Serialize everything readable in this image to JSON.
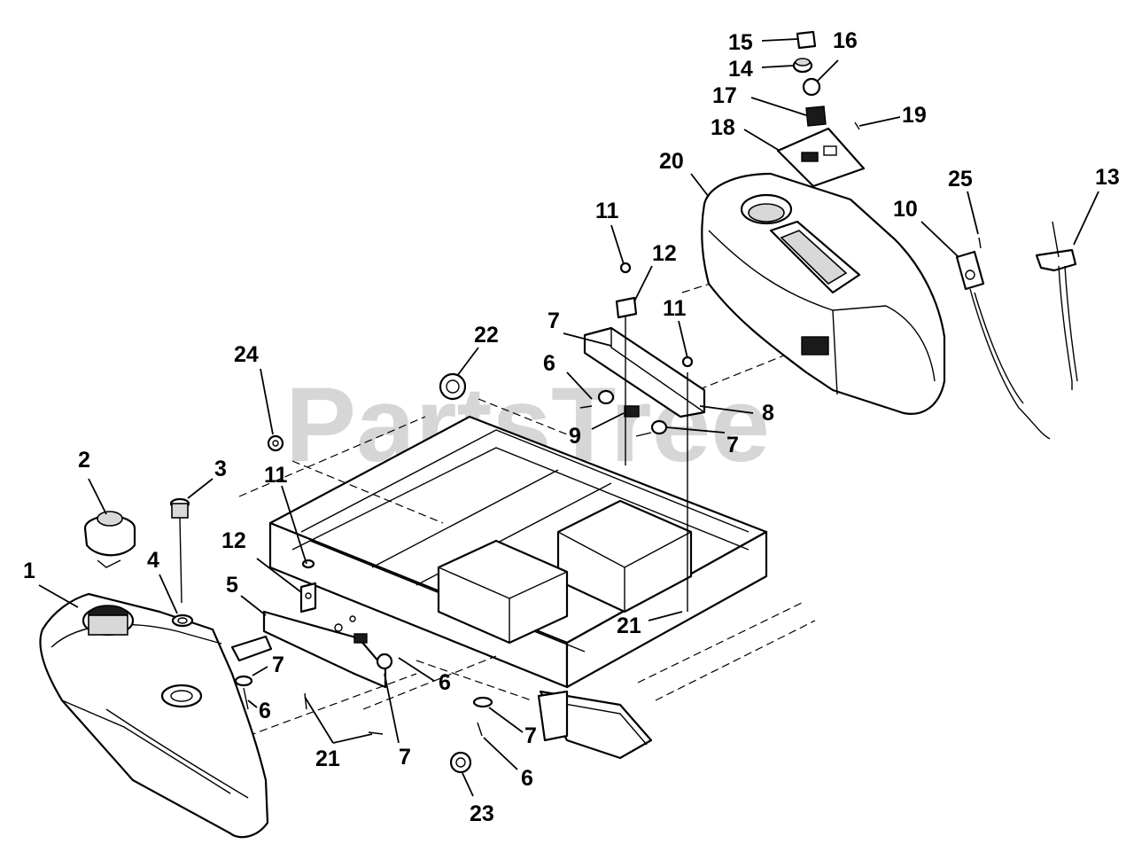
{
  "watermark": "PartsTree",
  "callouts": [
    "1",
    "2",
    "3",
    "4",
    "5",
    "6",
    "6",
    "6",
    "6",
    "7",
    "7",
    "7",
    "7",
    "7",
    "8",
    "9",
    "10",
    "11",
    "11",
    "11",
    "12",
    "12",
    "13",
    "14",
    "15",
    "16",
    "17",
    "18",
    "19",
    "20",
    "21",
    "21",
    "22",
    "23",
    "24",
    "25"
  ]
}
